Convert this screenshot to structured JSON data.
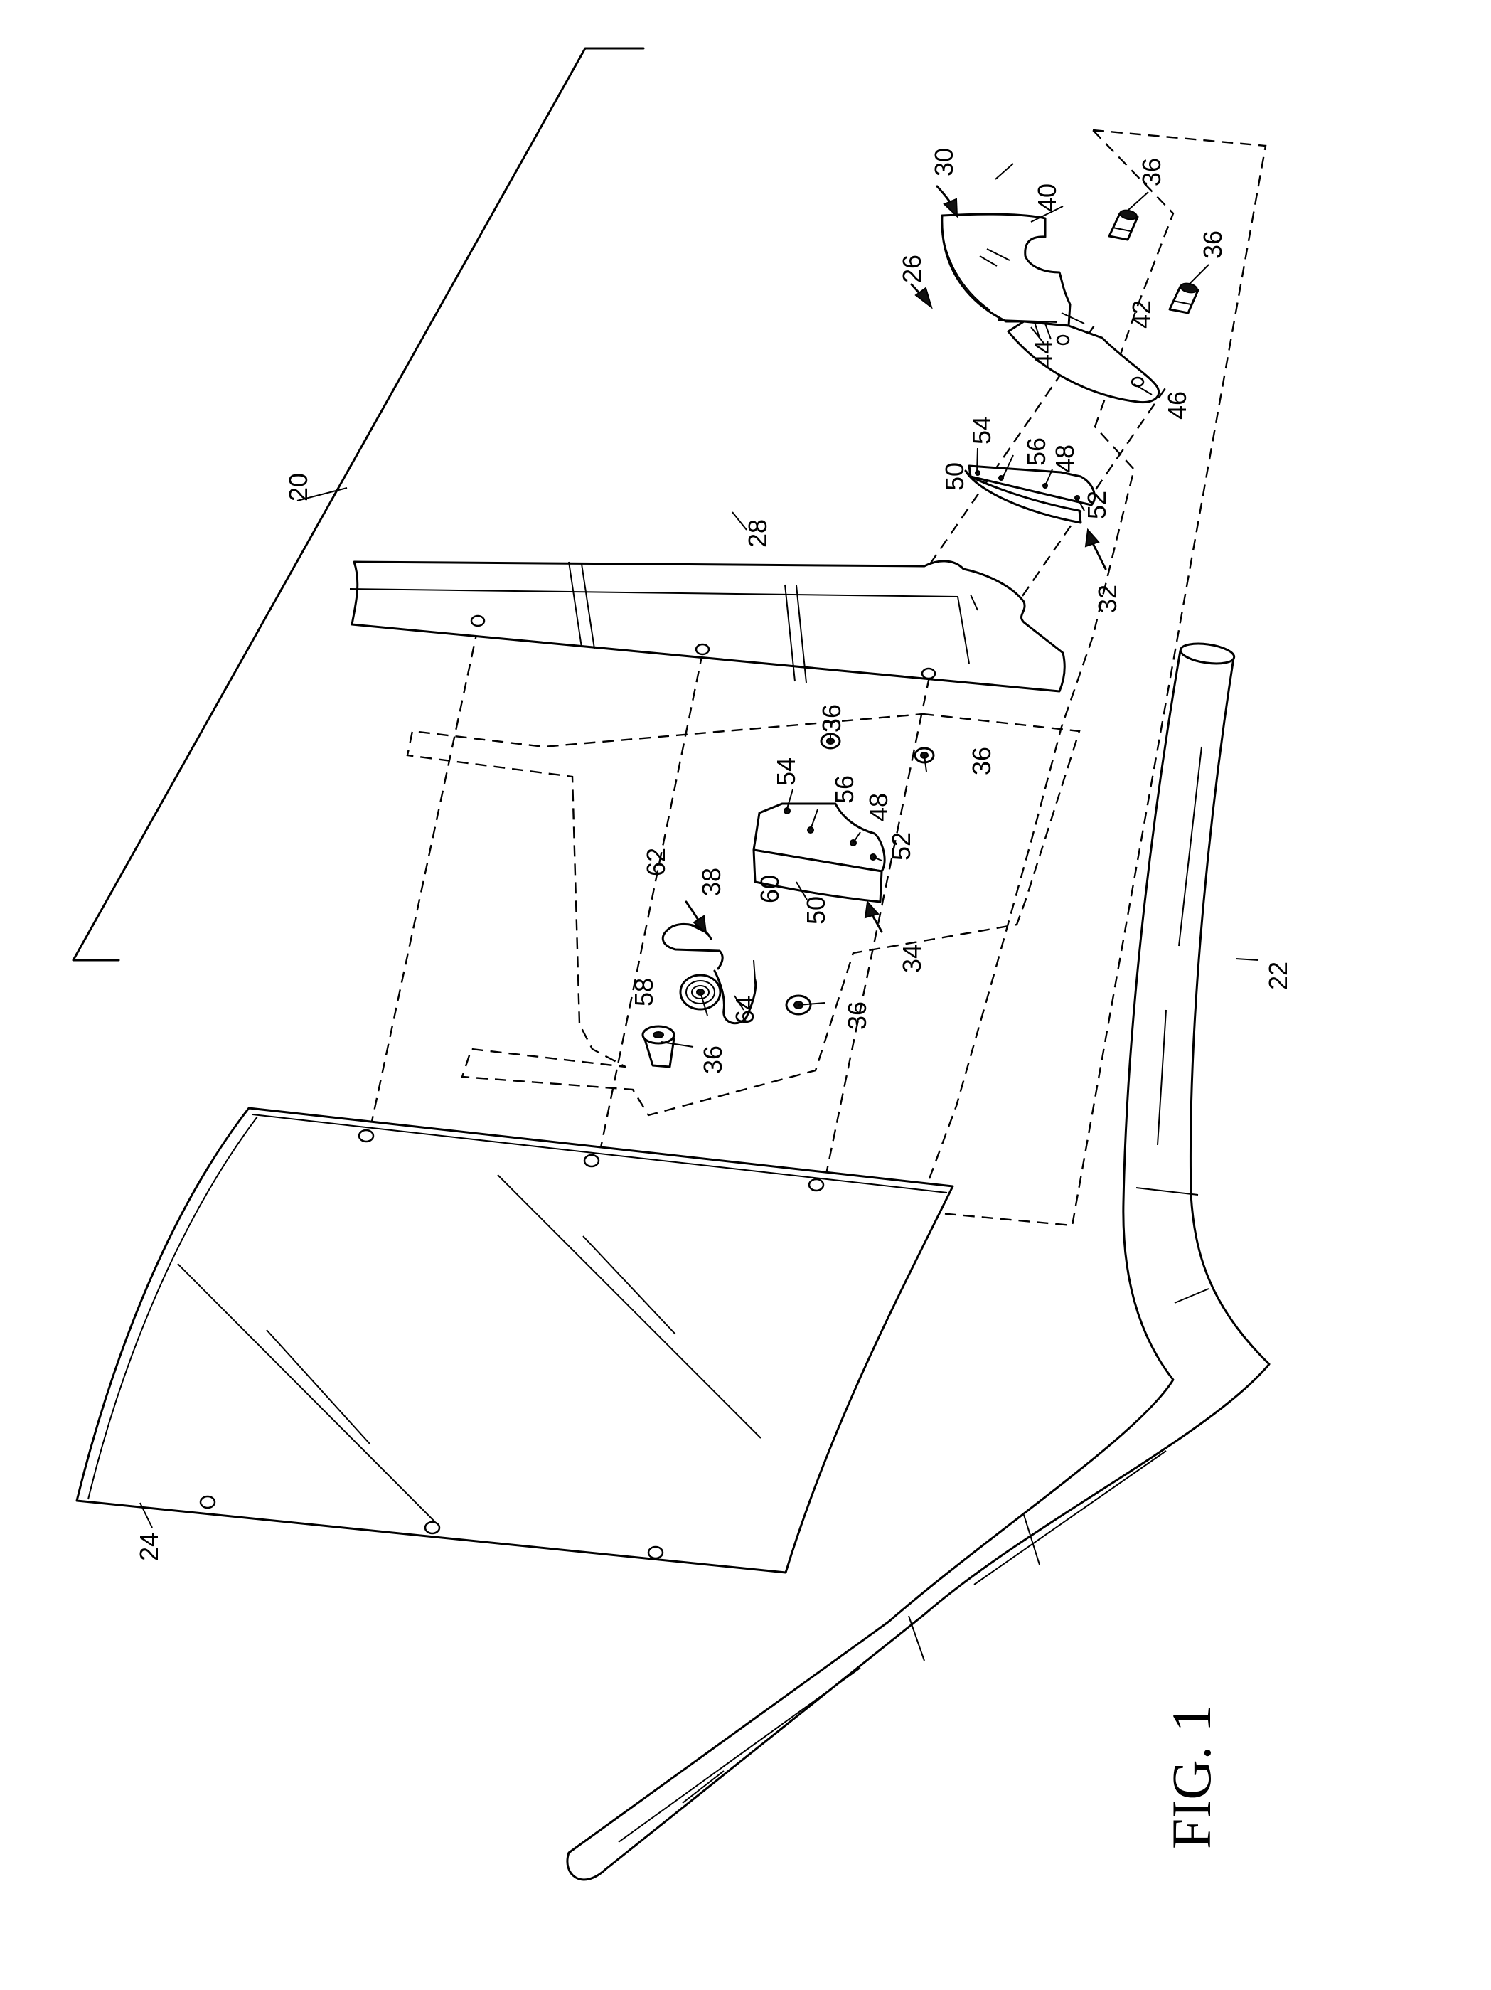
{
  "figure": {
    "caption": "FIG. 1"
  },
  "callouts": {
    "r20": "20",
    "r22": "22",
    "r24": "24",
    "r26": "26",
    "r28": "28",
    "r30": "30",
    "r32": "32",
    "r34": "34",
    "r38": "38",
    "r40": "40",
    "r42": "42",
    "r44": "44",
    "r46": "46",
    "r36a": "36",
    "r36b": "36",
    "r36c": "36",
    "r36d": "36",
    "r36e": "36",
    "r36f": "36",
    "r48a": "48",
    "r48b": "48",
    "r50a": "50",
    "r50b": "50",
    "r52a": "52",
    "r52b": "52",
    "r54a": "54",
    "r54b": "54",
    "r56a": "56",
    "r56b": "56",
    "r58": "58",
    "r60": "60",
    "r62": "62",
    "r64": "64"
  }
}
